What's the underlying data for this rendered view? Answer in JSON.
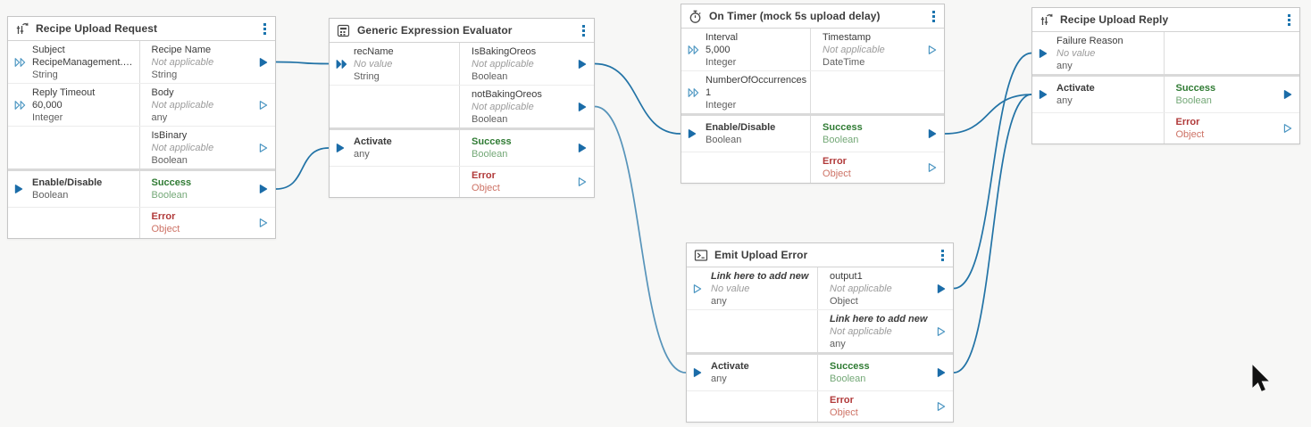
{
  "app": "flow-editor-canvas",
  "colors": {
    "canvas_bg": "#f7f7f6",
    "wire": "#2273a6",
    "arrow_solid": "#1b6ca8",
    "arrow_hollow": "#4e97c2",
    "header_text": "#3c3c3c",
    "text": "#3b3b3b",
    "muted": "#9b9b9b",
    "type": "#5f5f5f",
    "success": "#2f7b33",
    "success_soft": "#74a877",
    "error": "#b13a3a",
    "error_soft": "#cd7265",
    "kebab": "#1b74ae"
  },
  "nodes": [
    {
      "id": "rur",
      "title": "Recipe Upload Request",
      "icon": "sliders-arrow-icon",
      "menu": "kebab-menu-icon",
      "upper": [
        {
          "left": {
            "id": "subject",
            "name": "Subject",
            "value": "RecipeManagement.Uplo...",
            "value_muted": false,
            "type": "String",
            "arrow": "dbl-hollow"
          },
          "right": {
            "id": "recipeName",
            "name": "Recipe Name",
            "value": "Not applicable",
            "value_muted": true,
            "type": "String",
            "arrow": "tri-solid"
          }
        },
        {
          "left": {
            "id": "replyTimeout",
            "name": "Reply Timeout",
            "value": "60,000",
            "value_muted": false,
            "type": "Integer",
            "arrow": "dbl-hollow"
          },
          "right": {
            "id": "body",
            "name": "Body",
            "value": "Not applicable",
            "value_muted": true,
            "type": "any",
            "arrow": "tri-hollow"
          }
        },
        {
          "left": null,
          "right": {
            "id": "isBinary",
            "name": "IsBinary",
            "value": "Not applicable",
            "value_muted": true,
            "type": "Boolean",
            "arrow": "tri-hollow"
          }
        }
      ],
      "lower": [
        {
          "left": {
            "id": "enable",
            "name": "Enable/Disable",
            "type": "Boolean",
            "arrow": "tri-solid",
            "name_style": "bold"
          },
          "right": {
            "id": "success",
            "name": "Success",
            "type": "Boolean",
            "arrow": "tri-solid",
            "tone": "success"
          }
        },
        {
          "left": null,
          "right": {
            "id": "error",
            "name": "Error",
            "type": "Object",
            "arrow": "tri-hollow",
            "tone": "error"
          }
        }
      ]
    },
    {
      "id": "gee",
      "title": "Generic Expression Evaluator",
      "icon": "keypad-icon",
      "menu": "kebab-menu-icon",
      "upper": [
        {
          "left": {
            "id": "recName",
            "name": "recName",
            "value": "No value",
            "value_muted": true,
            "type": "String",
            "arrow": "dbl-solid"
          },
          "right": {
            "id": "isBakingOreos",
            "name": "IsBakingOreos",
            "value": "Not applicable",
            "value_muted": true,
            "type": "Boolean",
            "arrow": "tri-solid"
          }
        },
        {
          "left": null,
          "right": {
            "id": "notBakingOreos",
            "name": "notBakingOreos",
            "value": "Not applicable",
            "value_muted": true,
            "type": "Boolean",
            "arrow": "tri-solid"
          }
        }
      ],
      "lower": [
        {
          "left": {
            "id": "activate",
            "name": "Activate",
            "type": "any",
            "arrow": "tri-solid",
            "name_style": "bold"
          },
          "right": {
            "id": "success",
            "name": "Success",
            "type": "Boolean",
            "arrow": "tri-solid",
            "tone": "success"
          }
        },
        {
          "left": null,
          "right": {
            "id": "error",
            "name": "Error",
            "type": "Object",
            "arrow": "tri-hollow",
            "tone": "error"
          }
        }
      ]
    },
    {
      "id": "timer",
      "title": "On Timer (mock 5s upload delay)",
      "icon": "stopwatch-icon",
      "menu": "kebab-menu-icon",
      "upper": [
        {
          "left": {
            "id": "interval",
            "name": "Interval",
            "value": "5,000",
            "value_muted": false,
            "type": "Integer",
            "arrow": "dbl-hollow"
          },
          "right": {
            "id": "timestamp",
            "name": "Timestamp",
            "value": "Not applicable",
            "value_muted": true,
            "type": "DateTime",
            "arrow": "tri-hollow"
          }
        },
        {
          "left": {
            "id": "numberOfOccurrences",
            "name": "NumberOfOccurrences",
            "value": "1",
            "value_muted": false,
            "type": "Integer",
            "arrow": "dbl-hollow"
          },
          "right": null
        }
      ],
      "lower": [
        {
          "left": {
            "id": "enable",
            "name": "Enable/Disable",
            "type": "Boolean",
            "arrow": "tri-solid",
            "name_style": "bold"
          },
          "right": {
            "id": "success",
            "name": "Success",
            "type": "Boolean",
            "arrow": "tri-solid",
            "tone": "success"
          }
        },
        {
          "left": null,
          "right": {
            "id": "error",
            "name": "Error",
            "type": "Object",
            "arrow": "tri-hollow",
            "tone": "error"
          }
        }
      ]
    },
    {
      "id": "reply",
      "title": "Recipe Upload Reply",
      "icon": "sliders-arrow-icon",
      "menu": "kebab-menu-icon",
      "upper": [
        {
          "left": {
            "id": "failureReason",
            "name": "Failure Reason",
            "value": "No value",
            "value_muted": true,
            "type": "any",
            "arrow": "tri-solid"
          },
          "right": null
        }
      ],
      "lower": [
        {
          "left": {
            "id": "activate",
            "name": "Activate",
            "type": "any",
            "arrow": "tri-solid",
            "name_style": "bold"
          },
          "right": {
            "id": "success",
            "name": "Success",
            "type": "Boolean",
            "arrow": "tri-solid",
            "tone": "success"
          }
        },
        {
          "left": null,
          "right": {
            "id": "error",
            "name": "Error",
            "type": "Object",
            "arrow": "tri-hollow",
            "tone": "error"
          }
        }
      ]
    },
    {
      "id": "emit",
      "title": "Emit Upload Error",
      "icon": "terminal-icon",
      "menu": "kebab-menu-icon",
      "upper": [
        {
          "left": {
            "id": "linkAddInput",
            "name": "Link here to add new",
            "value": "No value",
            "value_muted": true,
            "type": "any",
            "arrow": "tri-hollow",
            "name_style": "bold-italic"
          },
          "right": {
            "id": "output1",
            "name": "output1",
            "value": "Not applicable",
            "value_muted": true,
            "type": "Object",
            "arrow": "tri-solid"
          }
        },
        {
          "left": null,
          "right": {
            "id": "linkAddOutput",
            "name": "Link here to add new",
            "value": "Not applicable",
            "value_muted": true,
            "type": "any",
            "arrow": "tri-hollow",
            "name_style": "bold-italic"
          }
        }
      ],
      "lower": [
        {
          "left": {
            "id": "activate",
            "name": "Activate",
            "type": "any",
            "arrow": "tri-solid",
            "name_style": "bold"
          },
          "right": {
            "id": "success",
            "name": "Success",
            "type": "Boolean",
            "arrow": "tri-solid",
            "tone": "success"
          }
        },
        {
          "left": null,
          "right": {
            "id": "error",
            "name": "Error",
            "type": "Object",
            "arrow": "tri-hollow",
            "tone": "error"
          }
        }
      ]
    }
  ],
  "wires": [
    {
      "from": "rur.recipeName",
      "to": "gee.recName"
    },
    {
      "from": "rur.success",
      "to": "gee.activate"
    },
    {
      "from": "gee.isBakingOreos",
      "to": "timer.enable"
    },
    {
      "from": "gee.notBakingOreos",
      "to": "emit.activate",
      "light": true
    },
    {
      "from": "timer.success",
      "to": "reply.activate"
    },
    {
      "from": "emit.output1",
      "to": "reply.failureReason"
    },
    {
      "from": "emit.success",
      "to": "reply.activate"
    }
  ],
  "cursor": {
    "visible": true,
    "shape": "arrow-pointer"
  }
}
